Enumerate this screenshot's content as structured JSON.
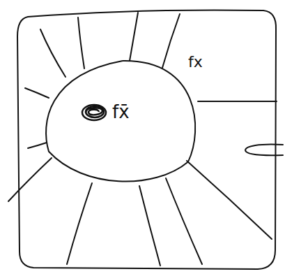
{
  "diagram": {
    "nodes": [
      {
        "text": [
          "fx"
        ]
      },
      {
        "text": [
          "fx̄"
        ],
        "in": 0
      }
    ]
  }
}
